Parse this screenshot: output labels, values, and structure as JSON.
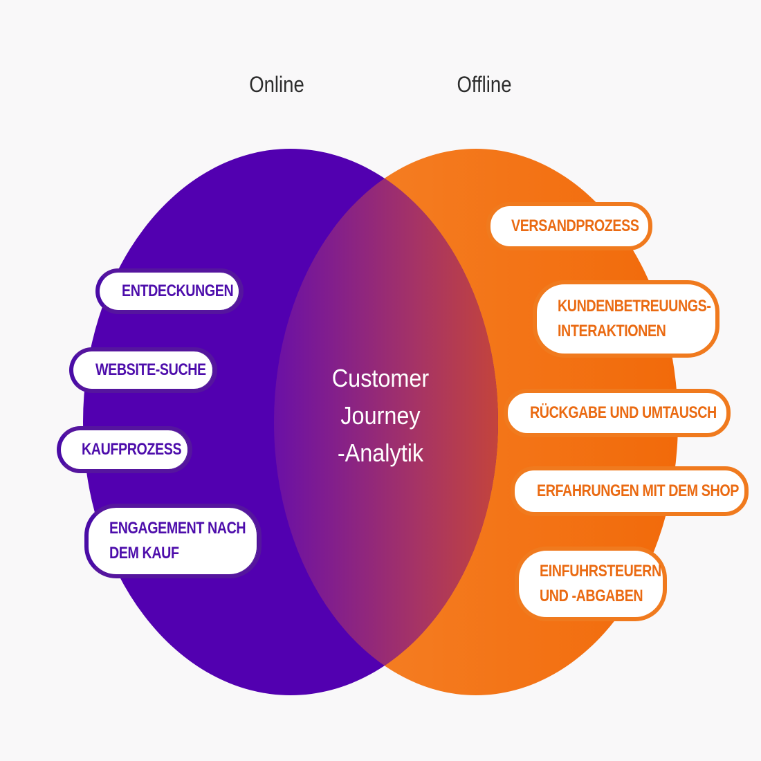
{
  "sets": {
    "online": {
      "title": "Online",
      "color": "#5200b0"
    },
    "offline": {
      "title": "Offline",
      "color": "#f26a0a"
    }
  },
  "intersection": {
    "lines": [
      "Customer",
      "Journey",
      "-Analytik"
    ]
  },
  "online_items": [
    {
      "lines": [
        "ENTDECKUNGEN"
      ]
    },
    {
      "lines": [
        "WEBSITE-SUCHE"
      ]
    },
    {
      "lines": [
        "KAUFPROZESS"
      ]
    },
    {
      "lines": [
        "ENGAGEMENT NACH",
        "DEM KAUF"
      ]
    }
  ],
  "offline_items": [
    {
      "lines": [
        "VERSANDPROZESS"
      ]
    },
    {
      "lines": [
        "KUNDENBETREUUNGS-",
        "INTERAKTIONEN"
      ]
    },
    {
      "lines": [
        "RÜCKGABE UND UMTAUSCH"
      ]
    },
    {
      "lines": [
        "ERFAHRUNGEN MIT DEM SHOP"
      ]
    },
    {
      "lines": [
        "EINFUHRSTEUERN",
        "UND -ABGABEN"
      ]
    }
  ]
}
